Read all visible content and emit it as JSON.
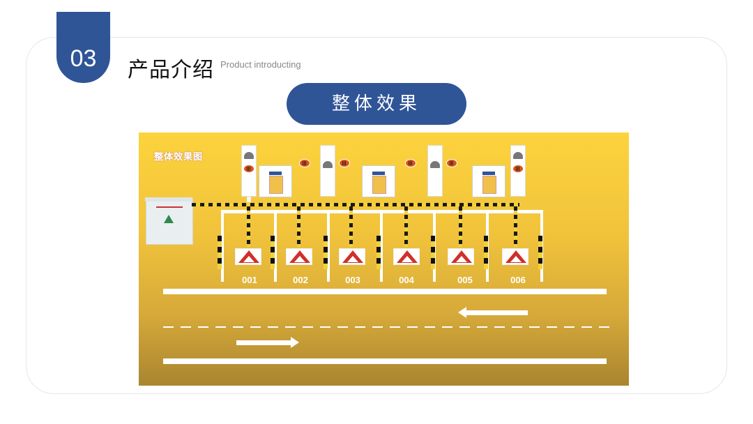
{
  "section": {
    "number": "03",
    "title": "产品介绍",
    "subtitle": "Product introducting"
  },
  "banner": {
    "label": "整体效果"
  },
  "diagram": {
    "label": "整体效果图",
    "slots": [
      "001",
      "002",
      "003",
      "004",
      "005",
      "006"
    ]
  },
  "colors": {
    "accent": "#2f5597",
    "diagram_top": "#fcd33d",
    "diagram_bottom": "#a9852f"
  }
}
